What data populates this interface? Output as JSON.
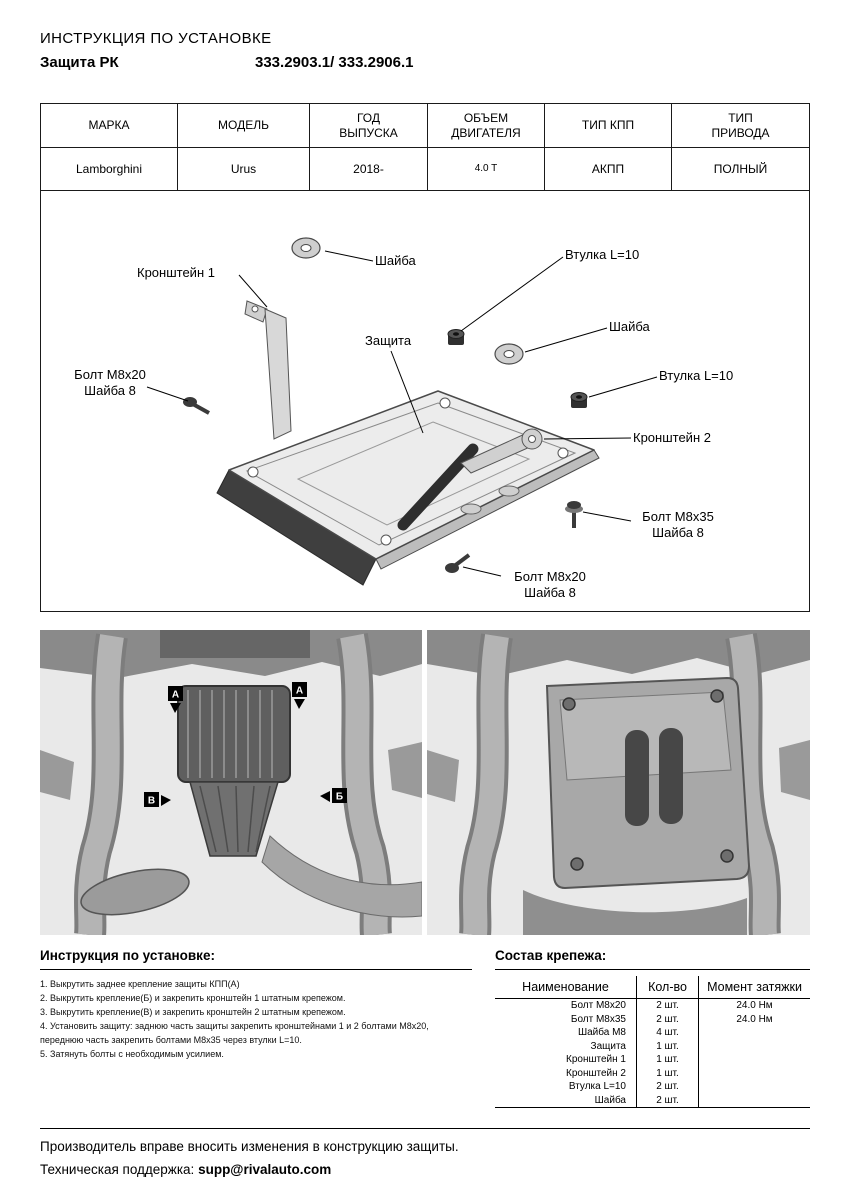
{
  "header": {
    "title": "ИНСТРУКЦИЯ ПО УСТАНОВКЕ",
    "product": "Защита РК",
    "part_numbers": "333.2903.1/ 333.2906.1"
  },
  "spec": {
    "headers": [
      "МАРКА",
      "МОДЕЛЬ",
      "ГОД\nВЫПУСКА",
      "ОБЪЕМ\nДВИГАТЕЛЯ",
      "ТИП КПП",
      "ТИП\nПРИВОДА"
    ],
    "values": [
      "Lamborghini",
      "Urus",
      "2018-",
      "4.0 T",
      "АКПП",
      "ПОЛНЫЙ"
    ]
  },
  "diagram": {
    "labels": {
      "washer_top": "Шайба",
      "bushing_top": "Втулка L=10",
      "bracket1": "Кронштейн 1",
      "washer_right": "Шайба",
      "guard": "Защита",
      "bolt_left": "Болт М8х20\nШайба 8",
      "bushing_right": "Втулка L=10",
      "bracket2": "Кронштейн 2",
      "bolt_right": "Болт М8х35\nШайба 8",
      "bolt_bottom": "Болт М8х20\nШайба 8"
    }
  },
  "photos": {
    "markers": [
      "А",
      "А",
      "В",
      "Б"
    ]
  },
  "instructions": {
    "heading": "Инструкция по установке:",
    "steps": [
      "1. Выкрутить заднее крепление защиты КПП(А)",
      "2. Выкрутить крепление(Б) и закрепить кронштейн 1 штатным крепежом.",
      "3. Выкрутить крепление(В) и закрепить кронштейн 2 штатным крепежом.",
      "4. Установить защиту: заднюю часть защиты закрепить кронштейнами 1 и 2 болтами М8х20, переднюю часть закрепить болтами М8х35 через втулки L=10.",
      "5. Затянуть болты с необходимым усилием."
    ]
  },
  "hardware": {
    "heading": "Состав крепежа:",
    "columns": [
      "Наименование",
      "Кол-во",
      "Момент затяжки"
    ],
    "rows": [
      {
        "name": "Болт М8х20",
        "qty": "2 шт.",
        "torque": "24.0 Нм"
      },
      {
        "name": "Болт М8х35",
        "qty": "2 шт.",
        "torque": "24.0 Нм"
      },
      {
        "name": "Шайба М8",
        "qty": "4 шт.",
        "torque": ""
      },
      {
        "name": "Защита",
        "qty": "1 шт.",
        "torque": ""
      },
      {
        "name": "Кронштейн 1",
        "qty": "1 шт.",
        "torque": ""
      },
      {
        "name": "Кронштейн 2",
        "qty": "1 шт.",
        "torque": ""
      },
      {
        "name": "Втулка L=10",
        "qty": "2 шт.",
        "torque": ""
      },
      {
        "name": "Шайба",
        "qty": "2 шт.",
        "torque": ""
      }
    ]
  },
  "footer": {
    "line1": "Производитель вправе вносить изменения в конструкцию защиты.",
    "support_label": "Техническая поддержка:",
    "support_email": "supp@rivalauto.com"
  }
}
